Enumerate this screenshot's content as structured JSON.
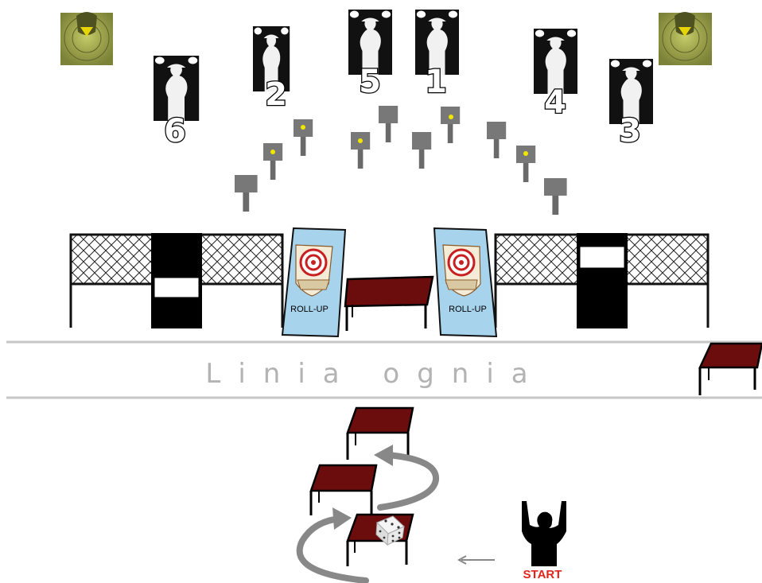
{
  "fire_line": {
    "label": "Linia ognia"
  },
  "start": {
    "label": "START"
  },
  "rollup_banners": [
    {
      "label": "ROLL-UP"
    },
    {
      "label": "ROLL-UP"
    }
  ],
  "silhouette_targets": [
    {
      "number": "6"
    },
    {
      "number": "2"
    },
    {
      "number": "5"
    },
    {
      "number": "1"
    },
    {
      "number": "4"
    },
    {
      "number": "3"
    }
  ],
  "colors": {
    "table_top": "#6b0d0d",
    "rollup_fill": "#a7d3ec",
    "steel_plate": "#777777",
    "hit_dot": "#f2e600",
    "start_text": "#e0241b",
    "fire_line_text": "#b3b3b3",
    "arrow": "#888888"
  }
}
